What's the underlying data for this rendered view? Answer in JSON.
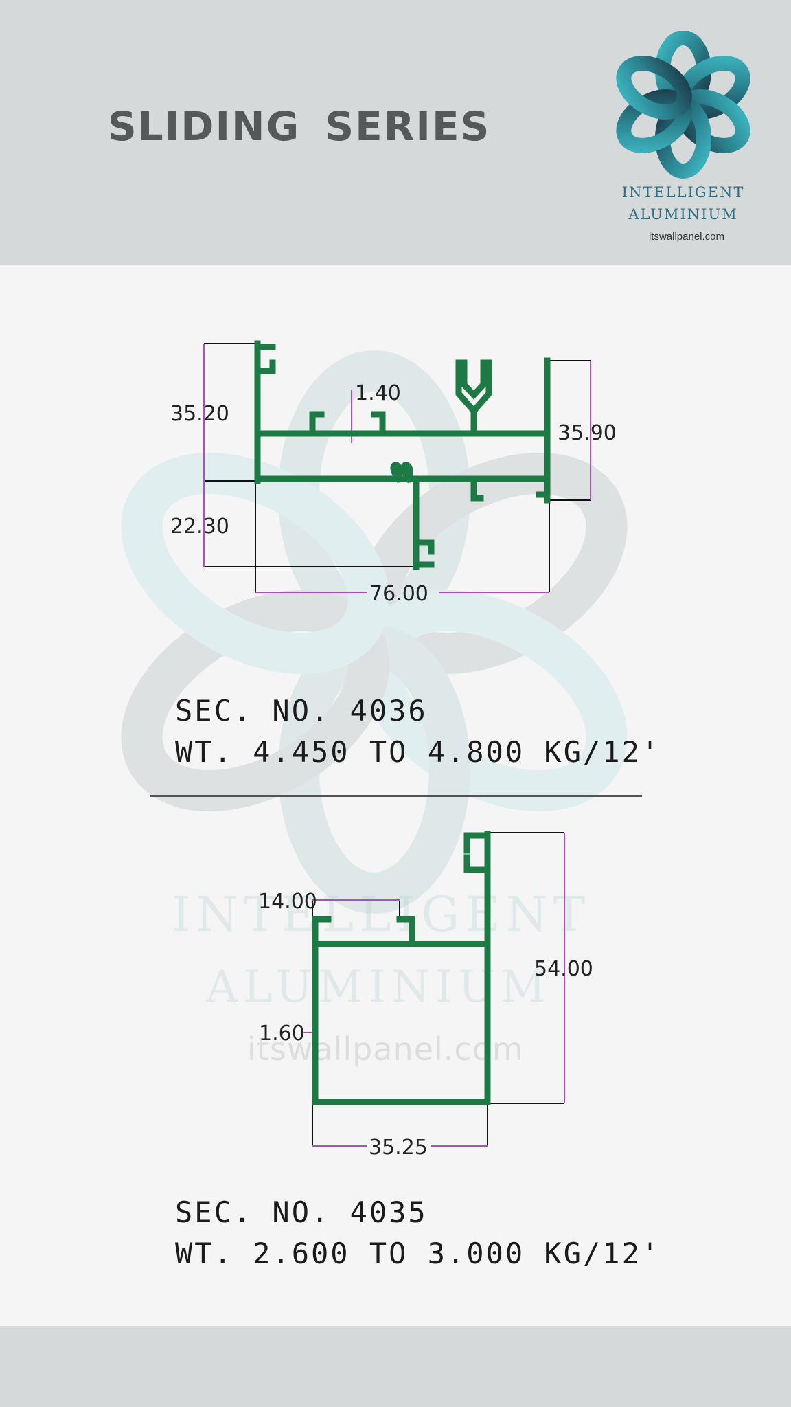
{
  "header": {
    "title": "SLIDING  SERIES",
    "brand_line1": "INTELLIGENT",
    "brand_line2": "ALUMINIUM",
    "brand_site": "itswallpanel.com"
  },
  "watermark": {
    "line1": "INTELLIGENT",
    "line2": "ALUMINIUM",
    "line3": "itswallpanel.com"
  },
  "colors": {
    "profile": "#1e7a44",
    "dimension_line": "#b14bc0",
    "header_bg": "#d5d9da",
    "title": "#55595a"
  },
  "section_4036": {
    "dims": {
      "height_left": "35.20",
      "wall": "1.40",
      "height_right": "35.90",
      "lower": "22.30",
      "width": "76.00"
    },
    "sec_no": "SEC. NO. 4036",
    "weight": "WT. 4.450 TO 4.800 KG/12'"
  },
  "section_4035": {
    "dims": {
      "top_width": "14.00",
      "height": "54.00",
      "wall": "1.60",
      "width": "35.25"
    },
    "sec_no": "SEC. NO. 4035",
    "weight": "WT. 2.600 TO 3.000 KG/12'"
  }
}
